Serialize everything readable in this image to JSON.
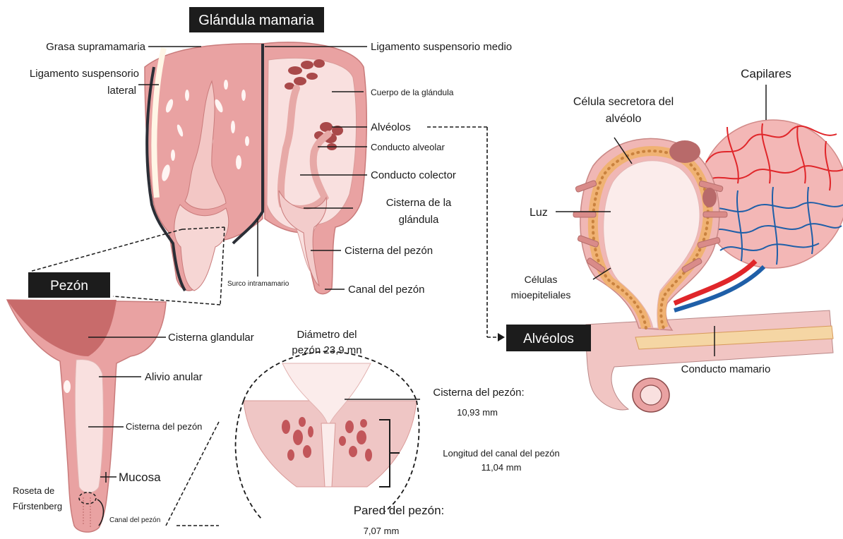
{
  "titles": {
    "mammary_gland": "Glándula mamaria",
    "nipple": "Pezón",
    "alveoli": "Alvéolos"
  },
  "gland_labels": {
    "supramammary_fat": "Grasa supramamaria",
    "lateral_ligament_1": "Ligamento suspensorio",
    "lateral_ligament_2": "lateral",
    "medial_ligament": "Ligamento suspensorio medio",
    "gland_body": "Cuerpo de la glándula",
    "alveoli": "Alvéolos",
    "alveolar_duct": "Conducto alveolar",
    "collecting_duct": "Conducto colector",
    "gland_cistern_1": "Cisterna de la",
    "gland_cistern_2": "glándula",
    "teat_cistern": "Cisterna del pezón",
    "teat_canal": "Canal del pezón",
    "intermammary_groove": "Surco intramamario"
  },
  "nipple_labels": {
    "gland_cistern": "Cisterna glandular",
    "annular_ring": "Alivio anular",
    "teat_cistern": "Cisterna del pezón",
    "mucosa": "Mucosa",
    "rosette_1": "Roseta de",
    "rosette_2": "Fűrstenberg",
    "teat_canal": "Canal del pezón"
  },
  "measurements": {
    "diameter_1": "Diámetro del",
    "diameter_2": "pezón 23,9 mn",
    "cistern_label": "Cisterna del pezón:",
    "cistern_value": "10,93 mm",
    "canal_label": "Longitud del canal del pezón",
    "canal_value": "11,04 mm",
    "wall_label": "Pared del pezón:",
    "wall_value": "7,07 mm"
  },
  "alveolus_labels": {
    "capillaries": "Capilares",
    "secretory_cell_1": "Célula secretora del",
    "secretory_cell_2": "alvéolo",
    "lumen": "Luz",
    "myoepithelial_1": "Células",
    "myoepithelial_2": "mioepiteliales",
    "mammary_duct": "Conducto mamario"
  },
  "colors": {
    "tissue": "#e9a2a2",
    "tissue_light": "#f9e0df",
    "tissue_dark": "#c86b6b",
    "alveoli_dark": "#a9494a",
    "outline": "#2b2e36",
    "artery": "#e0262a",
    "vein": "#1f5fa8",
    "secretory": "#f0b273"
  }
}
